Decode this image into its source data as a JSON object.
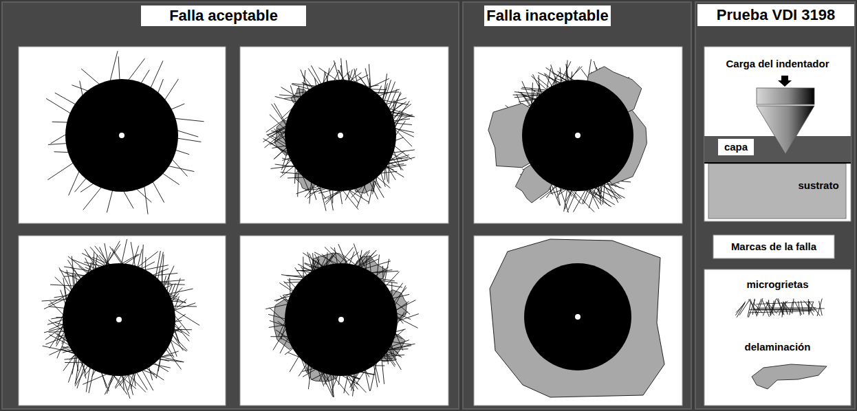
{
  "diagram": {
    "nodes": [
      {
        "text": [
          "Falla aceptable"
        ]
      },
      {
        "text": [
          "Falla inaceptable"
        ]
      },
      {
        "text": [
          "Prueba VDI 3198"
        ]
      },
      {
        "text": [
          "Carga del indentador"
        ],
        "in": 2
      },
      {
        "text": [
          "capa"
        ],
        "in": 3
      },
      {
        "text": [
          "sustrato"
        ],
        "in": 3
      },
      {
        "text": [
          "Marcas de la falla"
        ],
        "in": 2
      },
      {
        "text": [
          "microgrietas",
          "delaminación"
        ],
        "in": 2
      }
    ]
  }
}
